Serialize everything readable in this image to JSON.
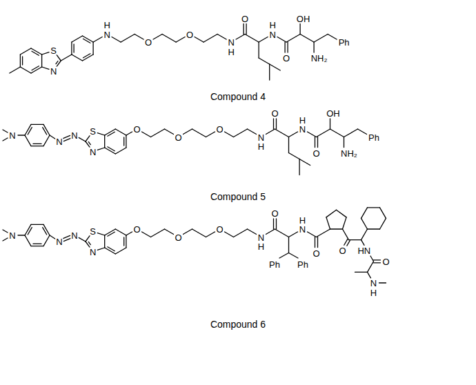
{
  "diagram": {
    "labels": [
      "S",
      "N",
      "H",
      "N",
      "O",
      "O",
      "N",
      "H",
      "O",
      "H",
      "N",
      "O",
      "OH",
      "NH₂",
      "Ph",
      "Compound 4",
      "N",
      "N",
      "N",
      "S",
      "N",
      "O",
      "O",
      "O",
      "N",
      "H",
      "O",
      "H",
      "N",
      "O",
      "OH",
      "NH₂",
      "Ph",
      "Compound 5",
      "N",
      "N",
      "N",
      "S",
      "N",
      "O",
      "O",
      "O",
      "N",
      "H",
      "O",
      "Ph",
      "Ph",
      "H",
      "N",
      "O",
      "O",
      "HN",
      "O",
      "N",
      "H",
      "Compound 6"
    ]
  }
}
